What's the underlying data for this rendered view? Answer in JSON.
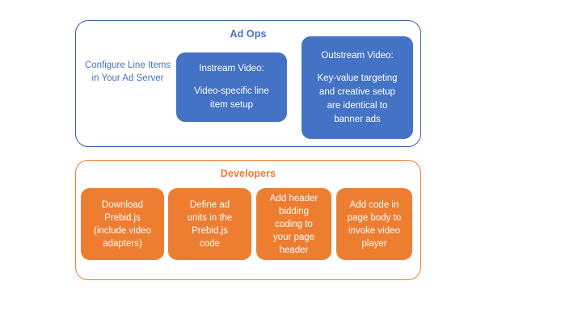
{
  "diagram": {
    "type": "two-group-process-diagram",
    "colors": {
      "blue": "#4472C4",
      "blue_border": "#3A5FA8",
      "orange": "#ED7D31",
      "text_on_card": "#FFFFFF",
      "background": "#FFFFFF"
    },
    "groups": [
      {
        "id": "ad-ops",
        "title": "Ad Ops",
        "accent": "#4472C4",
        "plain_text": {
          "lines": [
            "Configure Line",
            "Items in Your Ad",
            "Server"
          ]
        },
        "cards": [
          {
            "id": "instream-video",
            "heading": "Instream Video:",
            "lines": [
              "Video-specific line",
              "item setup"
            ]
          },
          {
            "id": "outstream-video",
            "heading": "Outstream Video:",
            "lines": [
              "Key-value targeting",
              "and creative setup",
              "are identical to",
              "banner ads"
            ]
          }
        ]
      },
      {
        "id": "developers",
        "title": "Developers",
        "accent": "#ED7D31",
        "cards": [
          {
            "id": "download-prebid",
            "lines": [
              "Download",
              "Prebid.js",
              "(include video",
              "adapters)"
            ]
          },
          {
            "id": "define-ad-units",
            "lines": [
              "Define ad",
              "units in the",
              "Prebid.js",
              "code"
            ]
          },
          {
            "id": "add-header-bidding",
            "lines": [
              "Add header",
              "bidding",
              "coding to",
              "your page",
              "header"
            ]
          },
          {
            "id": "add-page-body-code",
            "lines": [
              "Add code in",
              "page body to",
              "invoke video",
              "player"
            ]
          }
        ]
      }
    ]
  }
}
